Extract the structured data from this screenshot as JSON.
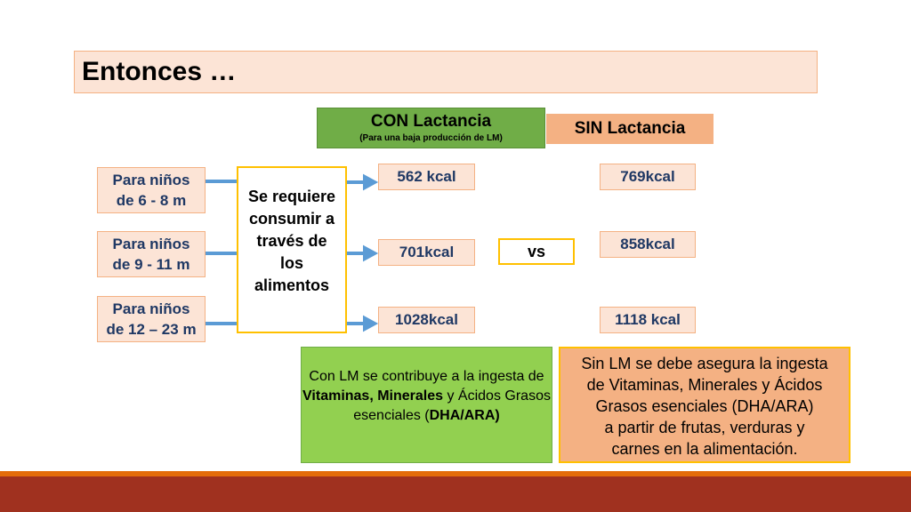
{
  "title": "Entonces …",
  "headers": {
    "con_main": "CON Lactancia",
    "con_sub": "(Para una baja producción de LM)",
    "sin": "SIN Lactancia"
  },
  "ages": [
    {
      "line1": "Para niños",
      "line2": "de 6 - 8 m"
    },
    {
      "line1": "Para niños",
      "line2": "de 9 - 11 m"
    },
    {
      "line1": "Para niños",
      "line2": "de 12 – 23 m"
    }
  ],
  "center_box": [
    "Se requiere",
    "consumir a",
    "través de",
    "los",
    "alimentos"
  ],
  "con_values": [
    "562 kcal",
    "701kcal",
    "1028kcal"
  ],
  "sin_values": [
    "769kcal",
    "858kcal",
    "1118 kcal"
  ],
  "vs": "vs",
  "note_green": {
    "part1": "Con LM se contribuye a la ingesta de ",
    "bold1": "Vitaminas, Minerales",
    "part2": " y Ácidos Grasos esenciales (",
    "bold2": "DHA/ARA)"
  },
  "note_orange": [
    "Sin LM se debe asegura la ingesta",
    "de Vitaminas, Minerales y Ácidos",
    "Grasos esenciales (DHA/ARA)",
    "a partir de frutas, verduras y",
    "carnes en la alimentación."
  ],
  "colors": {
    "title_bg": "#fce4d6",
    "con_header": "#70ad47",
    "sin_header": "#f4b183",
    "green_note": "#92d050",
    "arrow": "#5b9bd5",
    "border_accent": "#ffc000",
    "footer": "#a0311f"
  }
}
